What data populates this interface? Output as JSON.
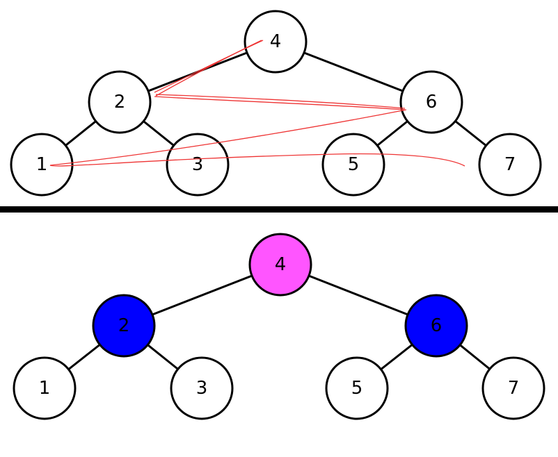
{
  "top_tree": {
    "nodes": [
      {
        "id": "n4",
        "label": "4"
      },
      {
        "id": "n2",
        "label": "2"
      },
      {
        "id": "n6",
        "label": "6"
      },
      {
        "id": "n1",
        "label": "1"
      },
      {
        "id": "n3",
        "label": "3"
      },
      {
        "id": "n5",
        "label": "5"
      },
      {
        "id": "n7",
        "label": "7"
      }
    ],
    "edges": [
      [
        "n4",
        "n2"
      ],
      [
        "n4",
        "n6"
      ],
      [
        "n2",
        "n1"
      ],
      [
        "n2",
        "n3"
      ],
      [
        "n6",
        "n5"
      ],
      [
        "n6",
        "n7"
      ]
    ],
    "fill": "#ffffff",
    "trace_color": "#ee3333",
    "traversal_sketch_order": [
      "4",
      "2",
      "6",
      "1",
      "7"
    ]
  },
  "bottom_tree": {
    "nodes": [
      {
        "id": "b4",
        "label": "4",
        "fill": "#ff55ff"
      },
      {
        "id": "b2",
        "label": "2",
        "fill": "#0000ff"
      },
      {
        "id": "b6",
        "label": "6",
        "fill": "#0000ff"
      },
      {
        "id": "b1",
        "label": "1",
        "fill": "#ffffff"
      },
      {
        "id": "b3",
        "label": "3",
        "fill": "#ffffff"
      },
      {
        "id": "b5",
        "label": "5",
        "fill": "#ffffff"
      },
      {
        "id": "b7",
        "label": "7",
        "fill": "#ffffff"
      }
    ],
    "edges": [
      [
        "b4",
        "b2"
      ],
      [
        "b4",
        "b6"
      ],
      [
        "b2",
        "b1"
      ],
      [
        "b2",
        "b3"
      ],
      [
        "b6",
        "b5"
      ],
      [
        "b6",
        "b7"
      ]
    ]
  }
}
